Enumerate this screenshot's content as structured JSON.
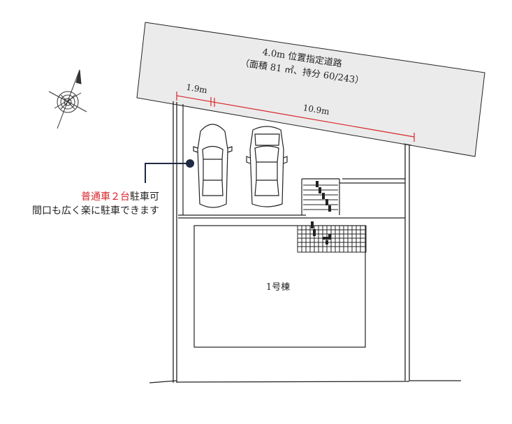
{
  "road": {
    "width_label": "4.0m 位置指定道路",
    "area_label": "（面積 81 ㎡、持分 60/243）"
  },
  "dimensions": {
    "left": "1.9m",
    "right": "10.9m"
  },
  "building": {
    "label": "1号棟"
  },
  "parking_note": {
    "highlight": "普通車２台",
    "rest_line1": "駐車可",
    "line2": "間口も広く楽に駐車できます"
  },
  "colors": {
    "accent_red": "#d9262b",
    "road_fill": "#ebebeb",
    "line": "#222222",
    "callout_line": "#1f2a44"
  }
}
